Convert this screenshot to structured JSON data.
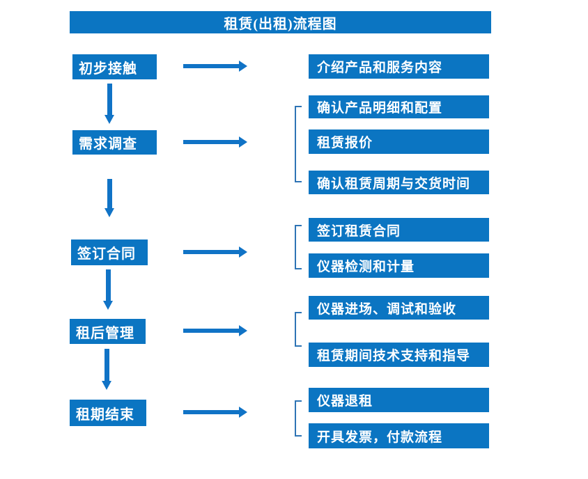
{
  "title": "租赁(出租)流程图",
  "colors": {
    "box_blue": "#0b75c2",
    "arrow_blue": "#1073c6",
    "bracket_blue": "#2e74b5",
    "text_white": "#ffffff",
    "background": "#ffffff"
  },
  "stages": [
    {
      "label": "初步接触",
      "outputs": [
        "介绍产品和服务内容"
      ]
    },
    {
      "label": "需求调查",
      "outputs": [
        "确认产品明细和配置",
        "租赁报价",
        "确认租赁周期与交货时间"
      ]
    },
    {
      "label": "签订合同",
      "outputs": [
        "签订租赁合同",
        "仪器检测和计量"
      ]
    },
    {
      "label": "租后管理",
      "outputs": [
        "仪器进场、调试和验收",
        "租赁期间技术支持和指导"
      ]
    },
    {
      "label": "租期结束",
      "outputs": [
        "仪器退租",
        "开具发票，付款流程"
      ]
    }
  ]
}
